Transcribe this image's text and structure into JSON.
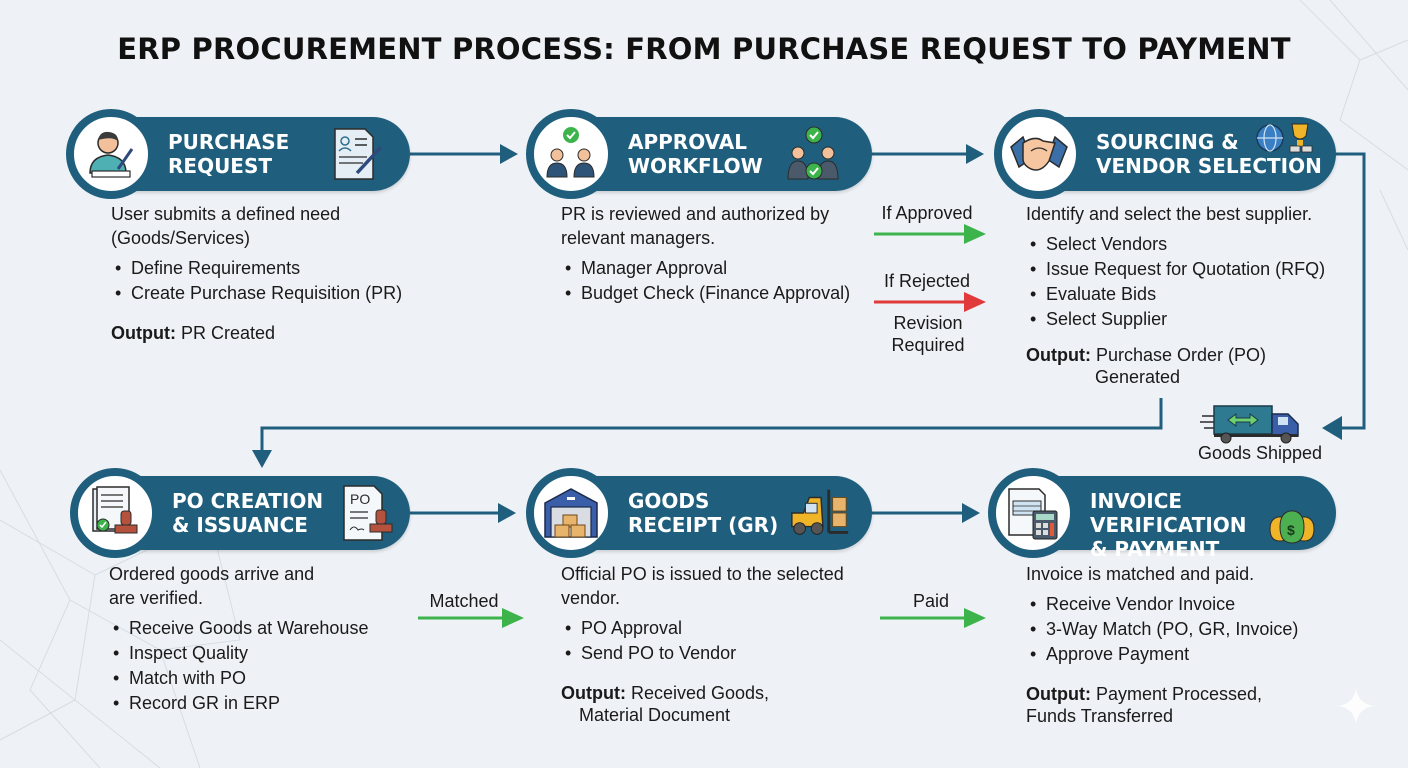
{
  "title": "ERP PROCUREMENT PROCESS: FROM PURCHASE REQUEST TO PAYMENT",
  "colors": {
    "primary": "#1f5f7d",
    "approved": "#3cb44b",
    "rejected": "#e03a3a",
    "background": "#eef2f6"
  },
  "steps": [
    {
      "title_line1": "PURCHASE",
      "title_line2": "REQUEST",
      "left_icon": "user-writing-icon",
      "right_icon": "document-signature-icon",
      "description": "User submits a defined need (Goods/Services)",
      "bullets": [
        "Define Requirements",
        "Create Purchase Requisition (PR)"
      ],
      "output_label": "Output:",
      "output_value": "PR Created"
    },
    {
      "title_line1": "APPROVAL",
      "title_line2": "WORKFLOW",
      "left_icon": "approvers-icon",
      "right_icon": "approval-cycle-icon",
      "description": "PR is reviewed and authorized by relevant managers.",
      "bullets": [
        "Manager Approval",
        "Budget Check (Finance Approval)"
      ]
    },
    {
      "title_line1": "SOURCING &",
      "title_line2": "VENDOR SELECTION",
      "left_icon": "handshake-icon",
      "right_icon": "globe-trophy-icon",
      "description": "Identify and select the best supplier.",
      "bullets": [
        "Select Vendors",
        "Issue Request for Quotation (RFQ)",
        "Evaluate Bids",
        "Select Supplier"
      ],
      "output_label": "Output:",
      "output_value": "Purchase Order (PO)",
      "output_value2": "Generated"
    },
    {
      "title_line1": "PO CREATION",
      "title_line2": "& ISSUANCE",
      "left_icon": "stamped-documents-icon",
      "right_icon": "po-document-stamp-icon",
      "right_icon_text": "PO",
      "description": "Ordered goods arrive and are verified.",
      "bullets": [
        "Receive Goods at Warehouse",
        "Inspect Quality",
        "Match with PO",
        "Record GR in ERP"
      ]
    },
    {
      "title_line1": "GOODS",
      "title_line2": "RECEIPT (GR)",
      "left_icon": "warehouse-icon",
      "right_icon": "forklift-icon",
      "description": "Official PO is issued to the selected vendor.",
      "bullets": [
        "PO Approval",
        "Send PO to Vendor"
      ],
      "output_label": "Output:",
      "output_value": "Received Goods,",
      "output_value2": "Material Document"
    },
    {
      "title_line1": "INVOICE VERIFICATION",
      "title_line2": "& PAYMENT",
      "left_icon": "invoice-calculator-icon",
      "right_icon": "money-bags-icon",
      "description": "Invoice is matched and paid.",
      "bullets": [
        "Receive Vendor Invoice",
        "3-Way Match (PO, GR, Invoice)",
        "Approve Payment"
      ],
      "output_label": "Output:",
      "output_value": "Payment Processed,",
      "output_value2": "Funds Transferred"
    }
  ],
  "connectors": {
    "if_approved": "If Approved",
    "if_rejected": "If Rejected",
    "revision_required": "Revision Required",
    "goods_shipped": "Goods Shipped",
    "matched": "Matched",
    "paid": "Paid"
  }
}
